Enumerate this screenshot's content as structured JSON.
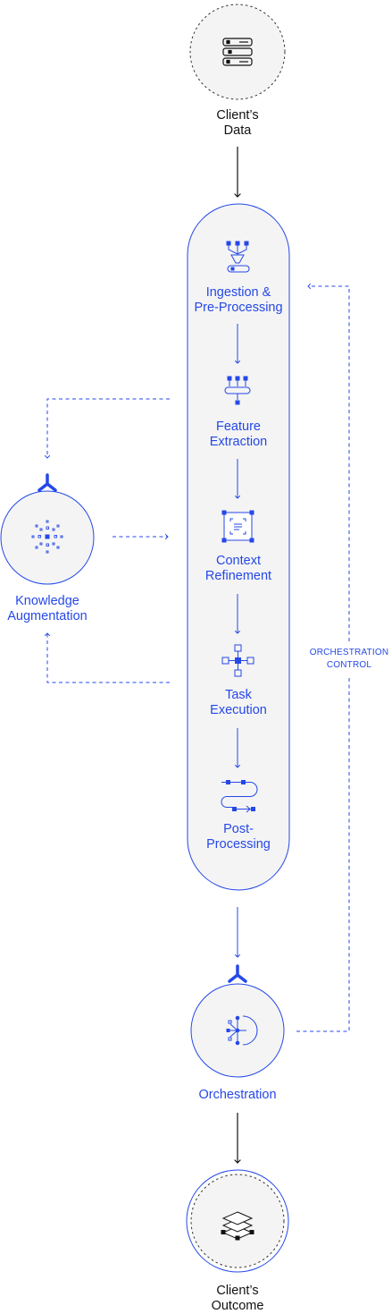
{
  "nodes": {
    "client_data": {
      "line1": "Client’s",
      "line2": "Data",
      "icon": "server-stack-icon"
    },
    "pipeline": {
      "steps": [
        {
          "line1": "Ingestion &",
          "line2": "Pre-Processing",
          "icon": "funnel-ingestion-icon"
        },
        {
          "line1": "Feature",
          "line2": "Extraction",
          "icon": "feature-extraction-icon"
        },
        {
          "line1": "Context",
          "line2": "Refinement",
          "icon": "context-frame-icon"
        },
        {
          "line1": "Task",
          "line2": "Execution",
          "icon": "task-network-icon"
        },
        {
          "line1": "Post-",
          "line2": "Processing",
          "icon": "post-processing-flow-icon"
        }
      ]
    },
    "knowledge": {
      "line1": "Knowledge",
      "line2": "Augmentation",
      "icon": "knowledge-burst-icon"
    },
    "orchestration": {
      "label": "Orchestration",
      "icon": "orchestration-hub-icon"
    },
    "control": {
      "line1": "ORCHESTRATION",
      "line2": "CONTROL"
    },
    "client_outcome": {
      "line1": "Client’s",
      "line2": "Outcome",
      "icon": "layers-stack-icon"
    }
  },
  "colors": {
    "accent": "#2548e8",
    "text": "#111111",
    "panel": "#f4f4f4"
  }
}
